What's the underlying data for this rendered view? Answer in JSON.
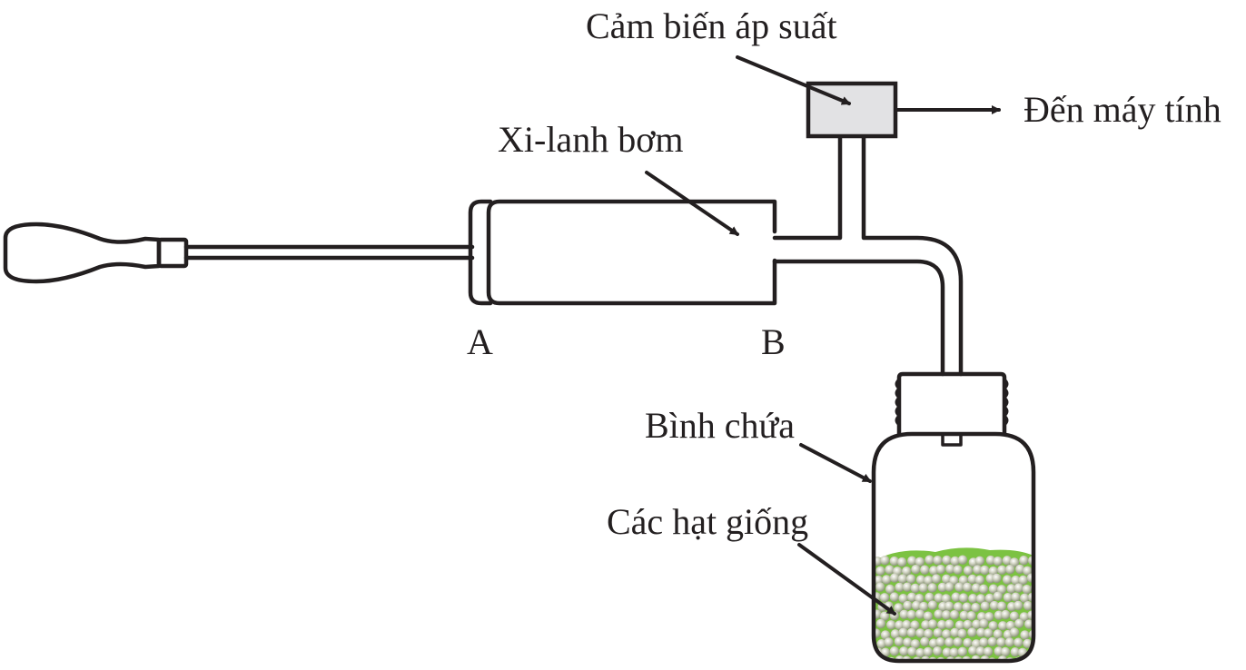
{
  "title": "Thí nghiệm đo áp suất bình chứa hạt giống",
  "labels": {
    "pressure_sensor": "Cảm biến áp suất",
    "to_computer": "Đến máy tính",
    "syringe": "Xi-lanh bơm",
    "point_a": "A",
    "point_b": "B",
    "container": "Bình chứa",
    "seeds": "Các hạt giống"
  },
  "colors": {
    "line": "#231f20",
    "sensor_fill": "#e2e2e4",
    "seed_green": "#7cc242",
    "seed_ball": "#c8c8b8"
  }
}
